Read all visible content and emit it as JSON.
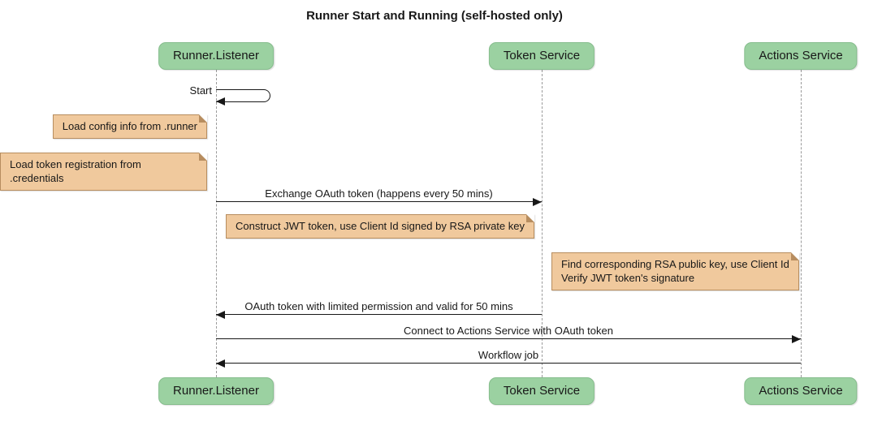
{
  "title": "Runner Start and Running (self-hosted only)",
  "participants": {
    "runner": "Runner.Listener",
    "token": "Token Service",
    "actions": "Actions Service"
  },
  "messages": {
    "start": "Start",
    "exchange": "Exchange OAuth token (happens every 50 mins)",
    "oauth_return": "OAuth token with limited permission and valid for 50 mins",
    "connect": "Connect to Actions Service with OAuth token",
    "workflow": "Workflow job"
  },
  "notes": {
    "load_config": "Load config info from .runner",
    "load_credentials": "Load token registration from .credentials",
    "construct_jwt": "Construct JWT token, use Client Id signed by RSA private key",
    "verify_jwt": "Find corresponding RSA public key, use Client Id\nVerify JWT token's signature"
  },
  "colors": {
    "participant_fill": "#9bd1a1",
    "participant_border": "#86bd8d",
    "note_fill": "#f0c99d",
    "note_border": "#b78d5f",
    "lifeline": "#9a9a9a",
    "arrow": "#181818"
  }
}
